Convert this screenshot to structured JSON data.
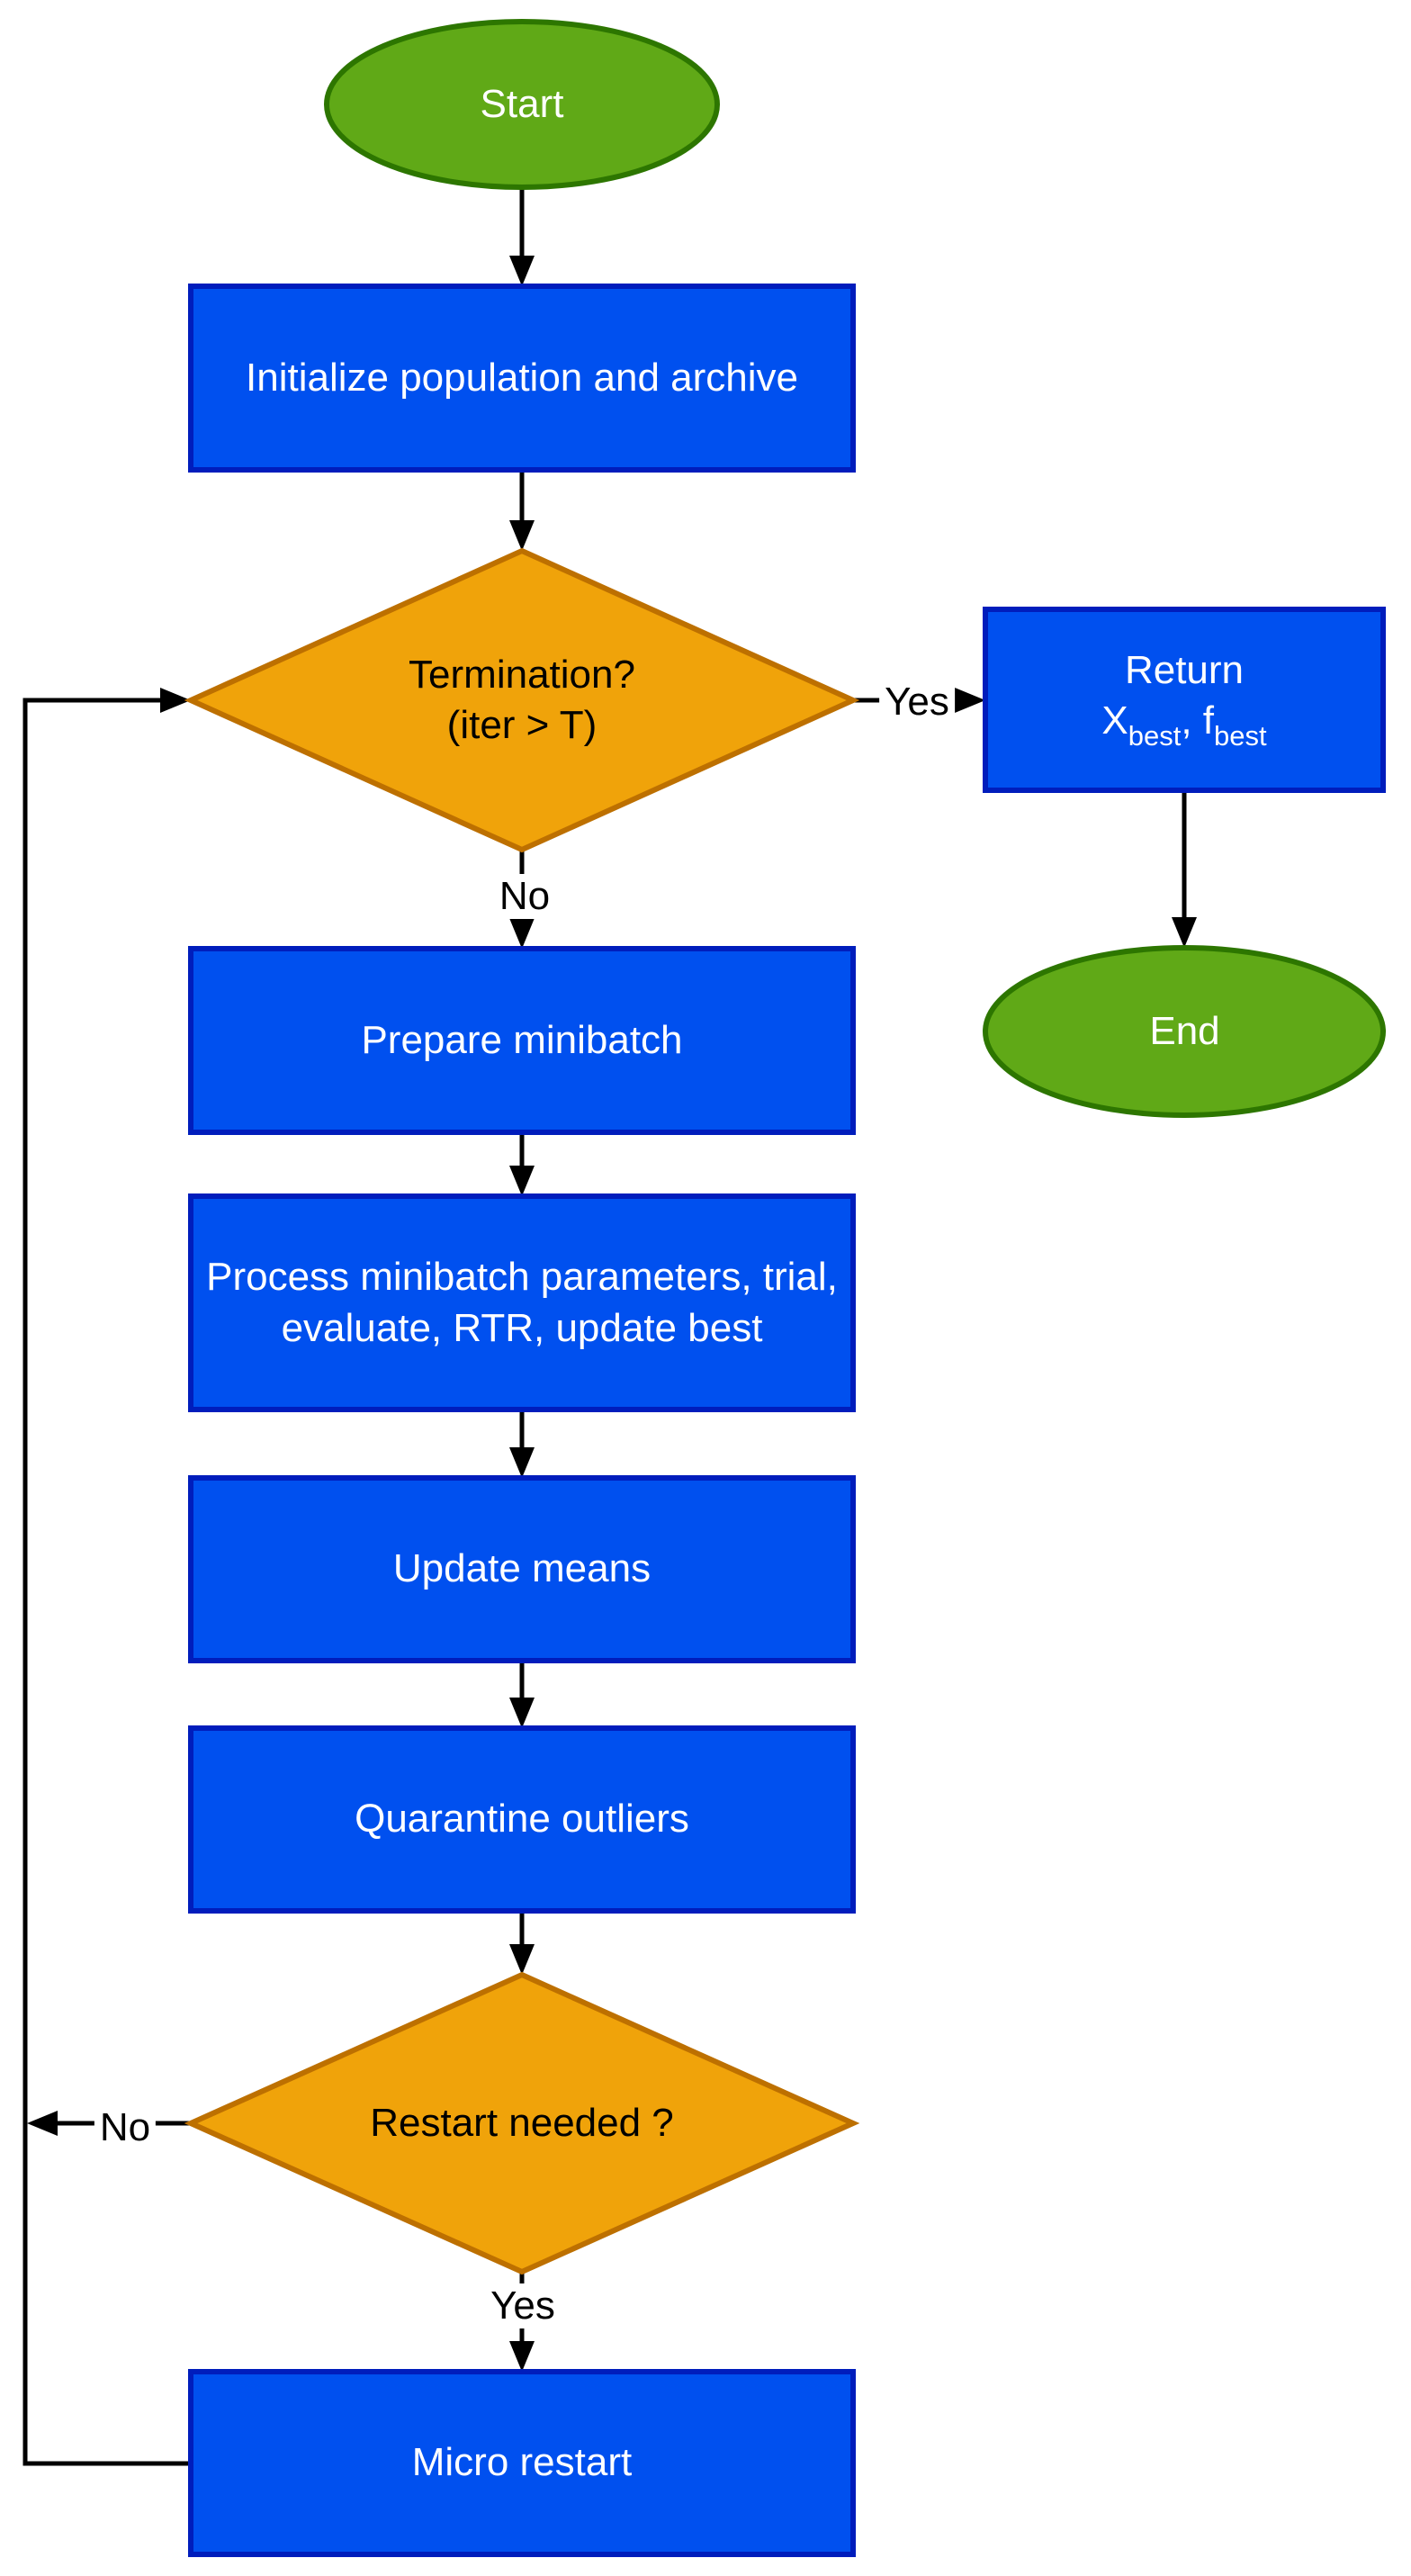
{
  "colors": {
    "process_fill": "#0050EF",
    "process_stroke": "#001DBC",
    "decision_fill": "#F0A30A",
    "decision_stroke": "#BD7000",
    "terminal_fill": "#60A917",
    "terminal_stroke": "#2D7600",
    "node_text_light": "#FFFFFF",
    "node_text_dark": "#000000",
    "edge_color": "#000000",
    "background": "#FFFFFF"
  },
  "nodes": {
    "start": {
      "label": "Start"
    },
    "initialize": {
      "label": "Initialize population and archive"
    },
    "termination": {
      "line1": "Termination?",
      "line2": "(iter > T)"
    },
    "return_result": {
      "line1": "Return",
      "var1": "X",
      "sub1": "best",
      "mid": ", f",
      "sub2": "best"
    },
    "end": {
      "label": "End"
    },
    "prepare": {
      "label": "Prepare minibatch"
    },
    "process": {
      "line1": "Process minibatch parameters, trial,",
      "line2": "evaluate, RTR, update best"
    },
    "update_means": {
      "label": "Update means"
    },
    "quarantine": {
      "label": "Quarantine outliers"
    },
    "restart": {
      "label": "Restart needed ?"
    },
    "micro_restart": {
      "label": "Micro restart"
    }
  },
  "edge_labels": {
    "termination_yes": "Yes",
    "termination_no": "No",
    "restart_yes": "Yes",
    "restart_no": "No"
  }
}
